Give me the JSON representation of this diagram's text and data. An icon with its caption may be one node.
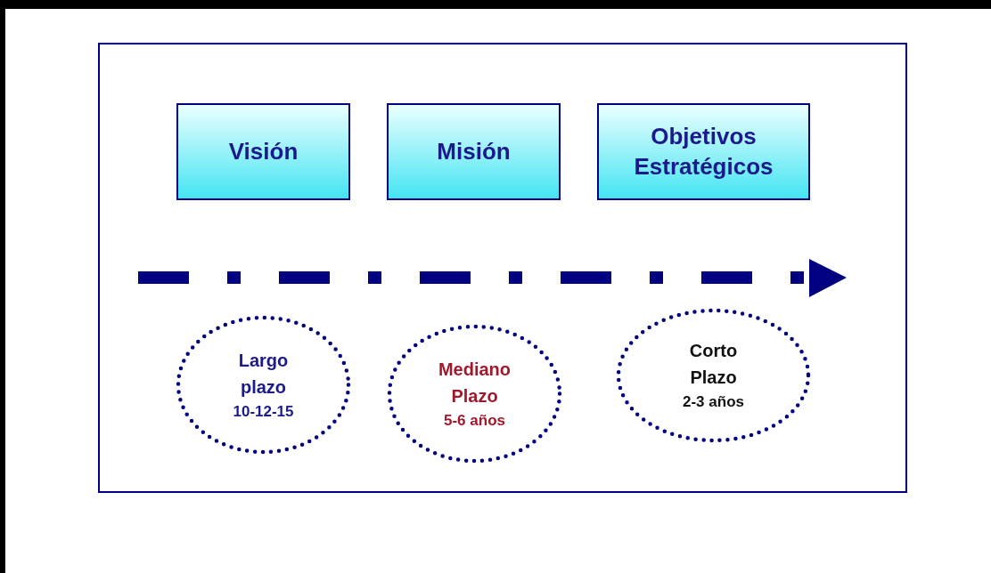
{
  "diagram": {
    "nodes": [
      {
        "text": [
          "Visión"
        ]
      },
      {
        "text": [
          "Misión"
        ]
      },
      {
        "text": [
          "Objetivos Estratégicos"
        ]
      },
      {
        "text": [
          "Largo plazo",
          "10-12-15"
        ]
      },
      {
        "text": [
          "Mediano Plazo",
          "5-6 años"
        ]
      },
      {
        "text": [
          "Corto Plazo",
          "2-3 años"
        ]
      }
    ],
    "edges": []
  }
}
